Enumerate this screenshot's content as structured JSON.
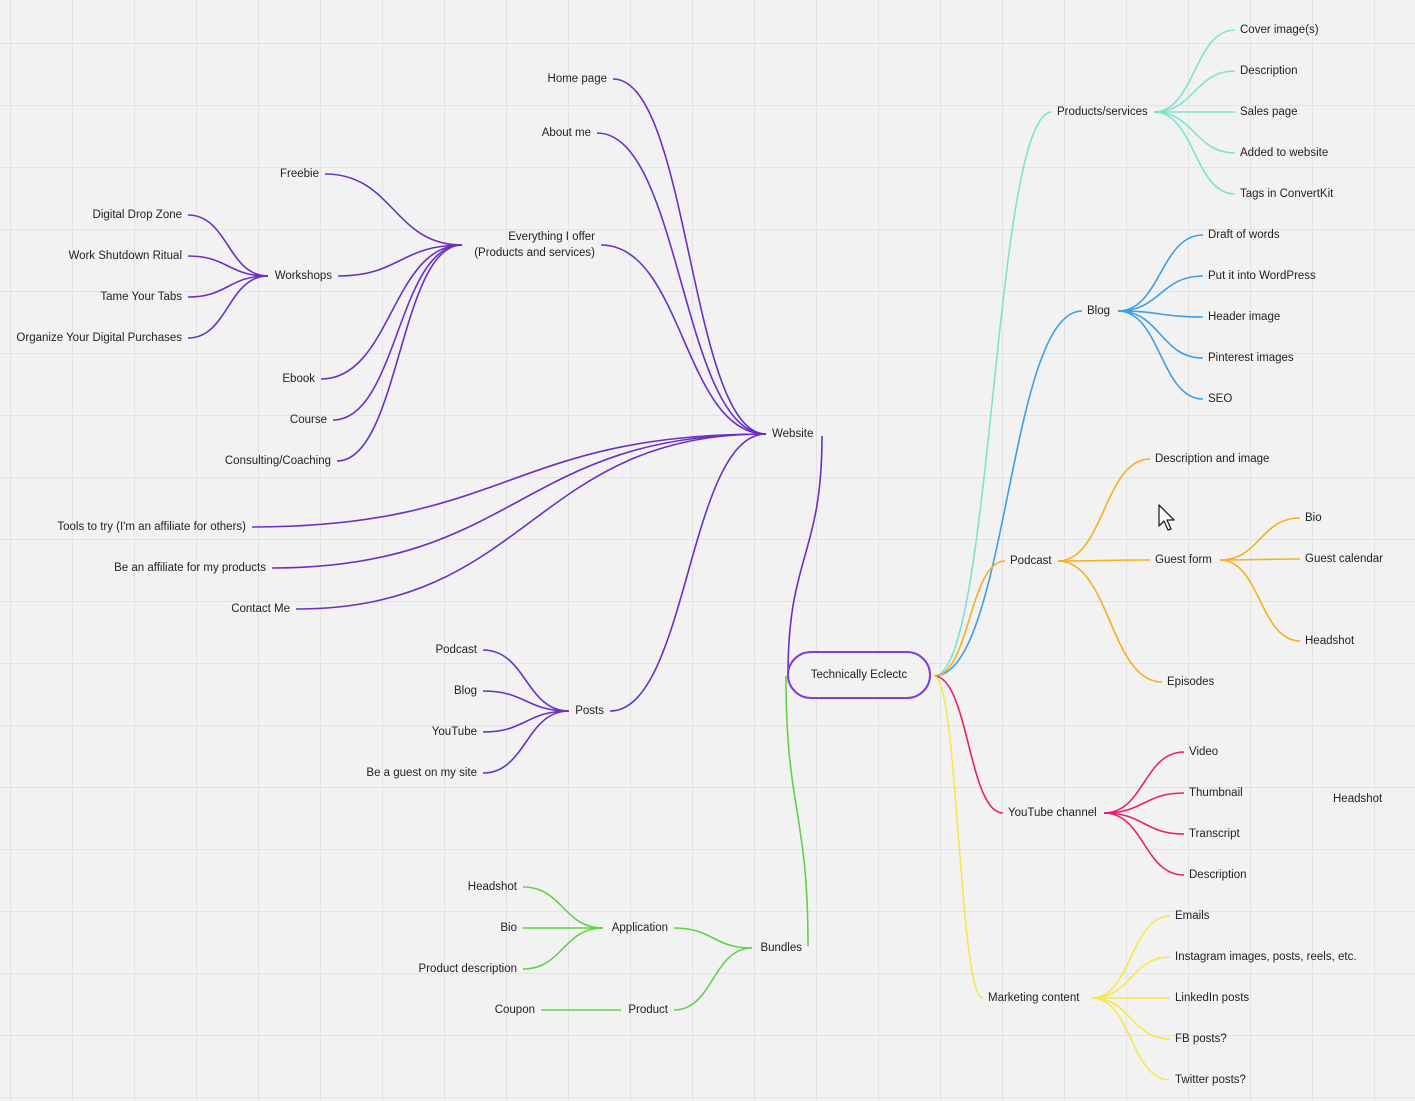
{
  "root": {
    "label": "Technically Eclectc"
  },
  "colors": {
    "website": "#6a2fc4",
    "bundles": "#62d149",
    "products": "#7fe3cf",
    "blog": "#3c9ee8",
    "podcast": "#f6b01e",
    "youtube": "#ea1f6e",
    "marketing": "#f5e84a"
  },
  "website": {
    "label": "Website",
    "home": "Home page",
    "about": "About me",
    "offer": {
      "line1": "Everything I offer",
      "line2": "(Products and services)"
    },
    "freebie": "Freebie",
    "workshops": "Workshops",
    "workshop_items": [
      "Digital Drop Zone",
      "Work Shutdown Ritual",
      "Tame Your Tabs",
      "Organize Your Digital Purchases"
    ],
    "ebook": "Ebook",
    "course": "Course",
    "consulting": "Consulting/Coaching",
    "tools": "Tools to try  (I'm an affiliate for others)",
    "affiliate": "Be an affiliate for my products",
    "contact": "Contact Me",
    "posts": "Posts",
    "post_items": [
      "Podcast",
      "Blog",
      "YouTube",
      "Be a guest on my site"
    ]
  },
  "bundles": {
    "label": "Bundles",
    "application": "Application",
    "application_items": [
      "Headshot",
      "Bio",
      "Product description"
    ],
    "product": "Product",
    "coupon": "Coupon"
  },
  "products_services": {
    "label": "Products/services",
    "items": [
      "Cover image(s)",
      "Description",
      "Sales page",
      "Added to website",
      "Tags in ConvertKit"
    ]
  },
  "blog": {
    "label": "Blog",
    "items": [
      "Draft of words",
      "Put it into WordPress",
      "Header image",
      "Pinterest images",
      "SEO"
    ]
  },
  "podcast": {
    "label": "Podcast",
    "description": "Description and image",
    "guest_form": "Guest form",
    "guest_items": [
      "Bio",
      "Guest calendar",
      "Headshot"
    ],
    "episodes": "Episodes"
  },
  "youtube": {
    "label": "YouTube channel",
    "items": [
      "Video",
      "Thumbnail",
      "Transcript",
      "Description"
    ]
  },
  "floating_label": "Headshot",
  "marketing": {
    "label": "Marketing content",
    "items": [
      "Emails",
      "Instagram images, posts, reels, etc.",
      "LinkedIn posts",
      "FB posts?",
      "Twitter posts?"
    ]
  }
}
